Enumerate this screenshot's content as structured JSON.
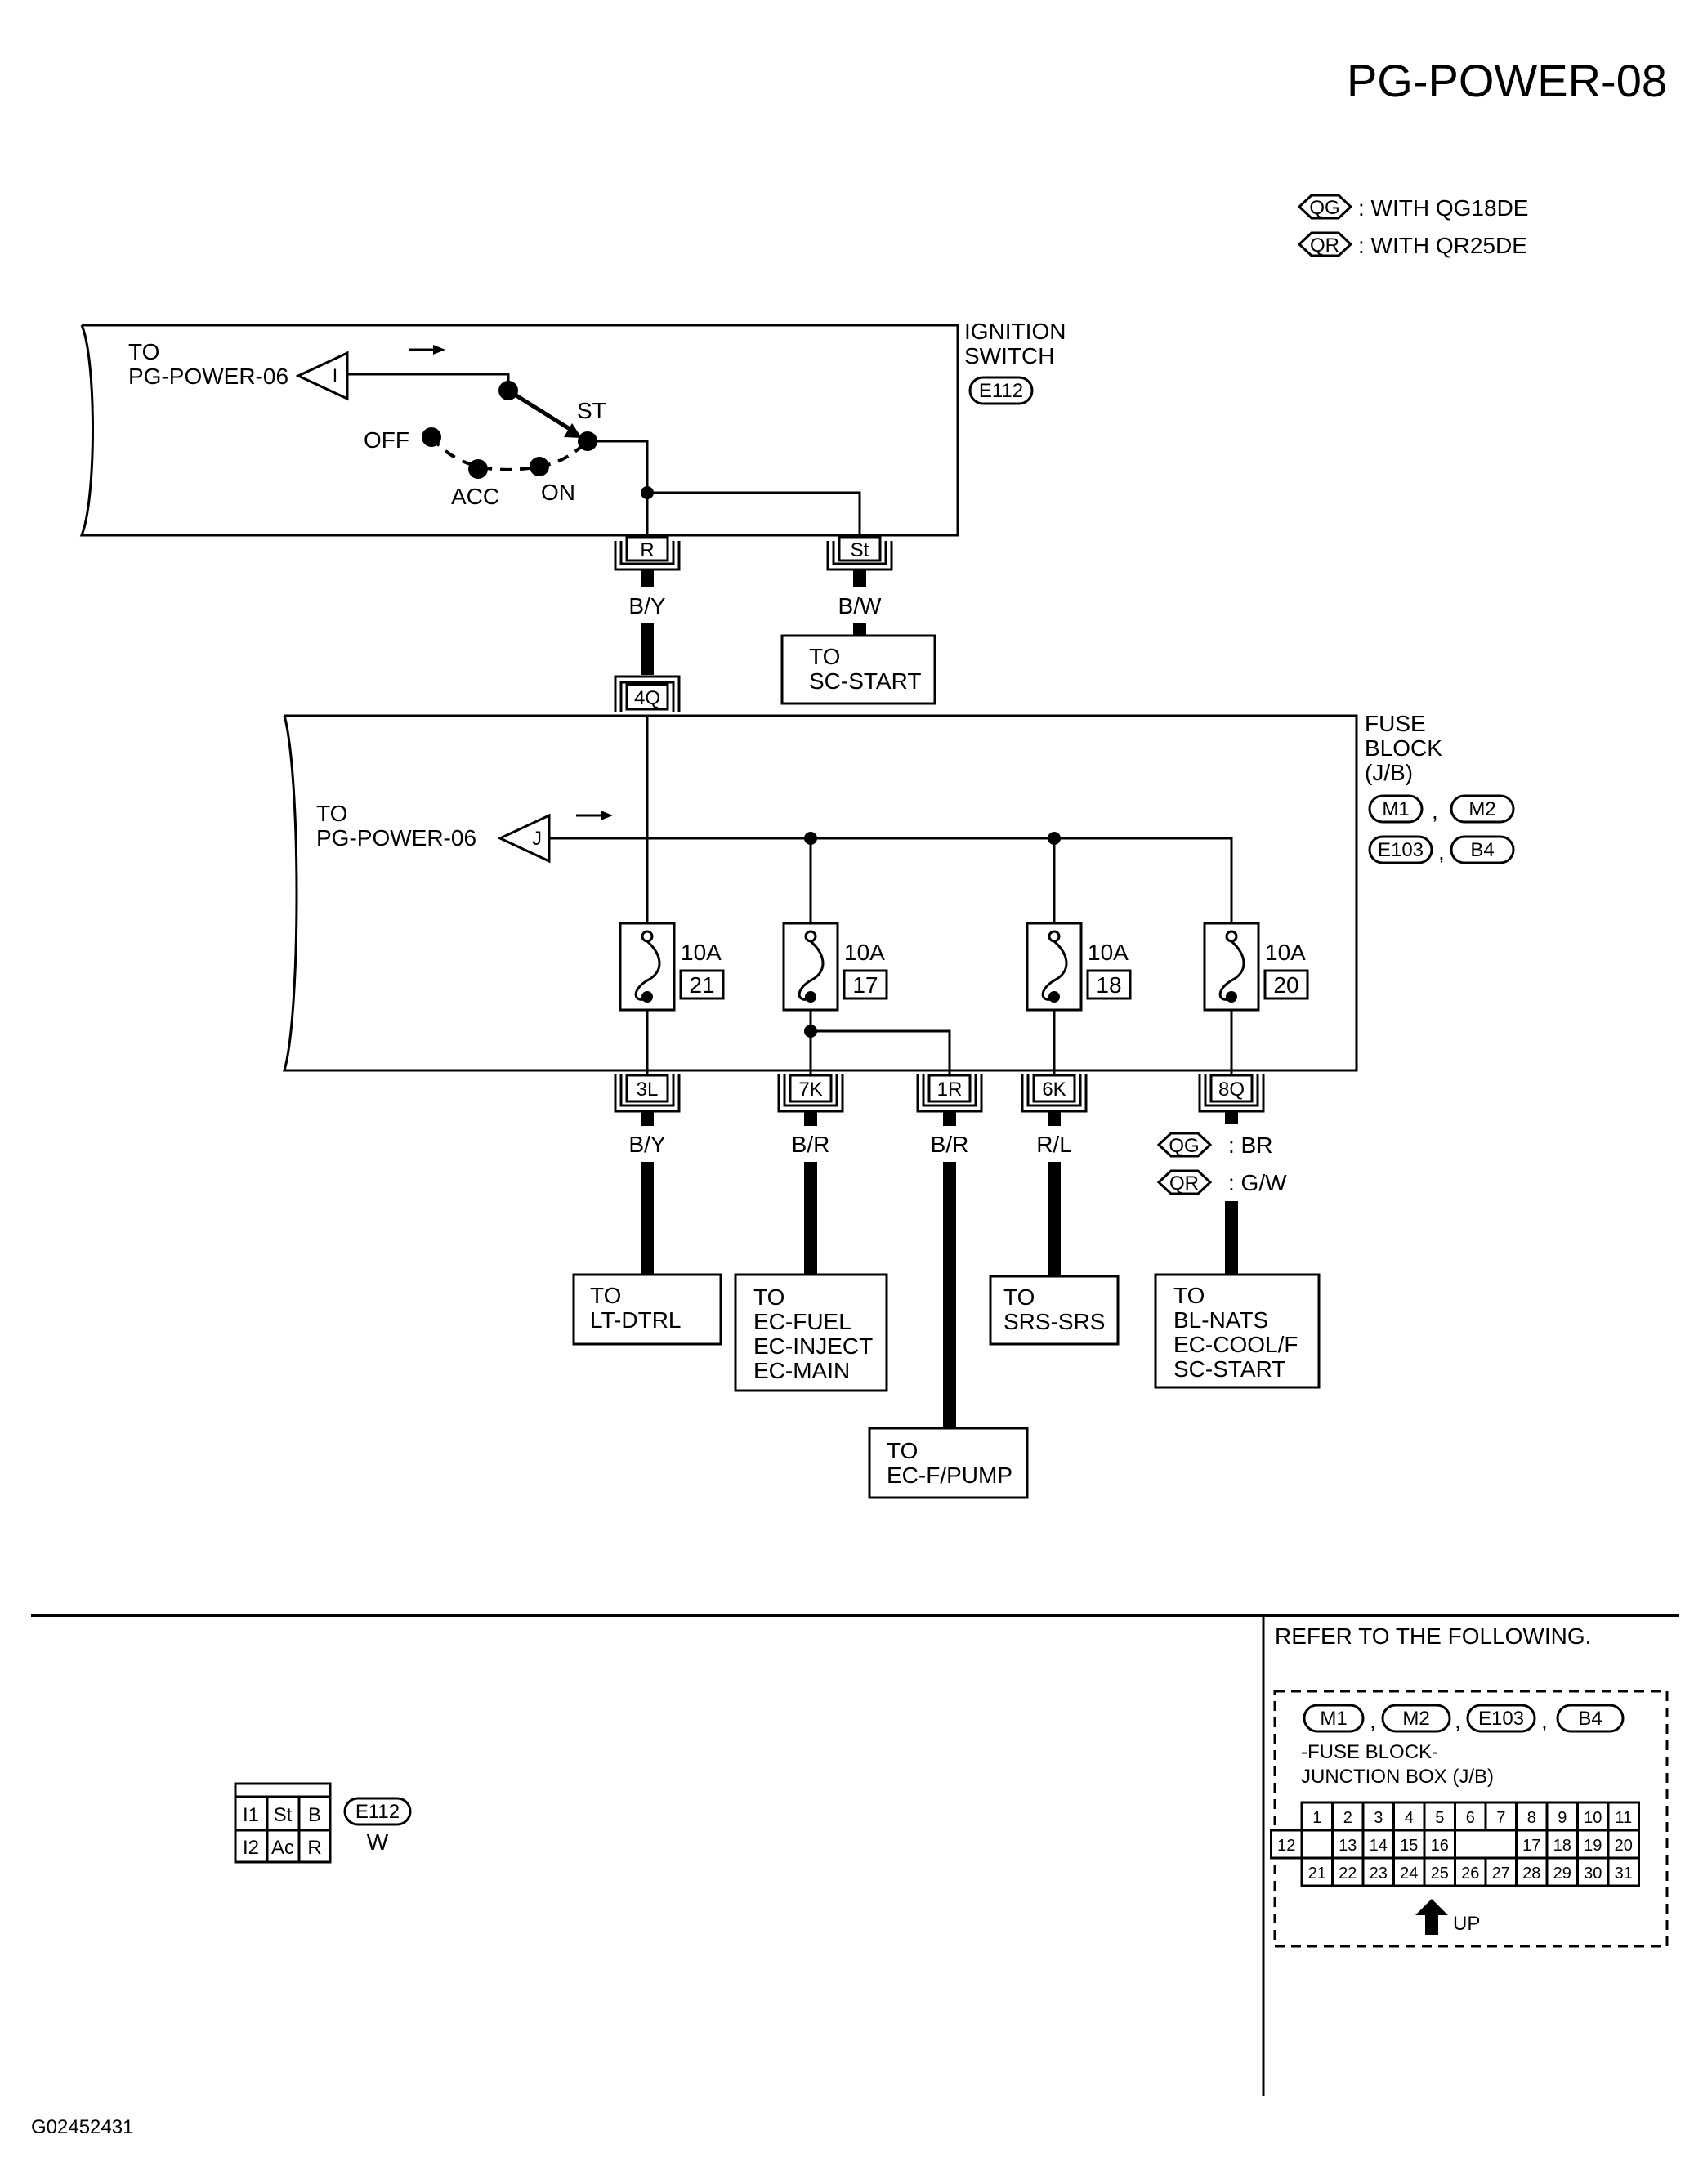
{
  "page_title": "PG-POWER-08",
  "figure_id": "G02452431",
  "legend": [
    {
      "tag": "QG",
      "text": ": WITH QG18DE"
    },
    {
      "tag": "QR",
      "text": ": WITH QR25DE"
    }
  ],
  "ignition_switch": {
    "name_line1": "IGNITION",
    "name_line2": "SWITCH",
    "connector": "E112",
    "to_line1": "TO",
    "to_line2": "PG-POWER-06",
    "input_tag": "I",
    "positions": {
      "off": "OFF",
      "acc": "ACC",
      "on": "ON",
      "st": "ST"
    },
    "terminals": [
      {
        "pin": "R",
        "wire": "B/Y"
      },
      {
        "pin": "St",
        "wire": "B/W"
      }
    ],
    "st_destination": {
      "line1": "TO",
      "line2": "SC-START"
    }
  },
  "fuse_block": {
    "name_line1": "FUSE",
    "name_line2": "BLOCK",
    "name_line3": "(J/B)",
    "connectors": [
      "M1",
      "M2",
      "E103",
      "B4"
    ],
    "to_line1": "TO",
    "to_line2": "PG-POWER-06",
    "input_tag": "J",
    "input_terminal": "4Q",
    "fuses": [
      {
        "amp": "10A",
        "number": "21"
      },
      {
        "amp": "10A",
        "number": "17"
      },
      {
        "amp": "10A",
        "number": "18"
      },
      {
        "amp": "10A",
        "number": "20"
      }
    ],
    "outputs": [
      {
        "terminal": "3L",
        "wire": "B/Y",
        "dest": [
          "TO",
          "LT-DTRL"
        ]
      },
      {
        "terminal": "7K",
        "wire": "B/R",
        "dest": [
          "TO",
          "EC-FUEL",
          "EC-INJECT",
          "EC-MAIN"
        ]
      },
      {
        "terminal": "1R",
        "wire": "B/R",
        "dest": [
          "TO",
          "EC-F/PUMP"
        ]
      },
      {
        "terminal": "6K",
        "wire": "R/L",
        "dest": [
          "TO",
          "SRS-SRS"
        ]
      },
      {
        "terminal": "8Q",
        "wire_variants": [
          {
            "tag": "QG",
            "color": ": BR"
          },
          {
            "tag": "QR",
            "color": ": G/W"
          }
        ],
        "dest": [
          "TO",
          "BL-NATS",
          "EC-COOL/F",
          "SC-START"
        ]
      }
    ],
    "separator": ","
  },
  "connector_view_e112": {
    "id": "E112",
    "color": "W",
    "pins_row1": [
      "I1",
      "St",
      "B"
    ],
    "pins_row2": [
      "I2",
      "Ac",
      "R"
    ]
  },
  "refer": {
    "heading": "REFER TO THE FOLLOWING.",
    "connectors": [
      "M1",
      "M2",
      "E103",
      "B4"
    ],
    "desc_line1": "-FUSE BLOCK-",
    "desc_line2": "JUNCTION BOX (J/B)",
    "row1": [
      "1",
      "2",
      "3",
      "4",
      "5",
      "6",
      "7",
      "8",
      "9",
      "10",
      "11"
    ],
    "row2_left": [
      "12",
      "13",
      "14",
      "15",
      "16"
    ],
    "row2_right": [
      "17",
      "18",
      "19",
      "20"
    ],
    "row3": [
      "21",
      "22",
      "23",
      "24",
      "25",
      "26",
      "27",
      "28",
      "29",
      "30",
      "31"
    ],
    "up_label": "UP"
  }
}
